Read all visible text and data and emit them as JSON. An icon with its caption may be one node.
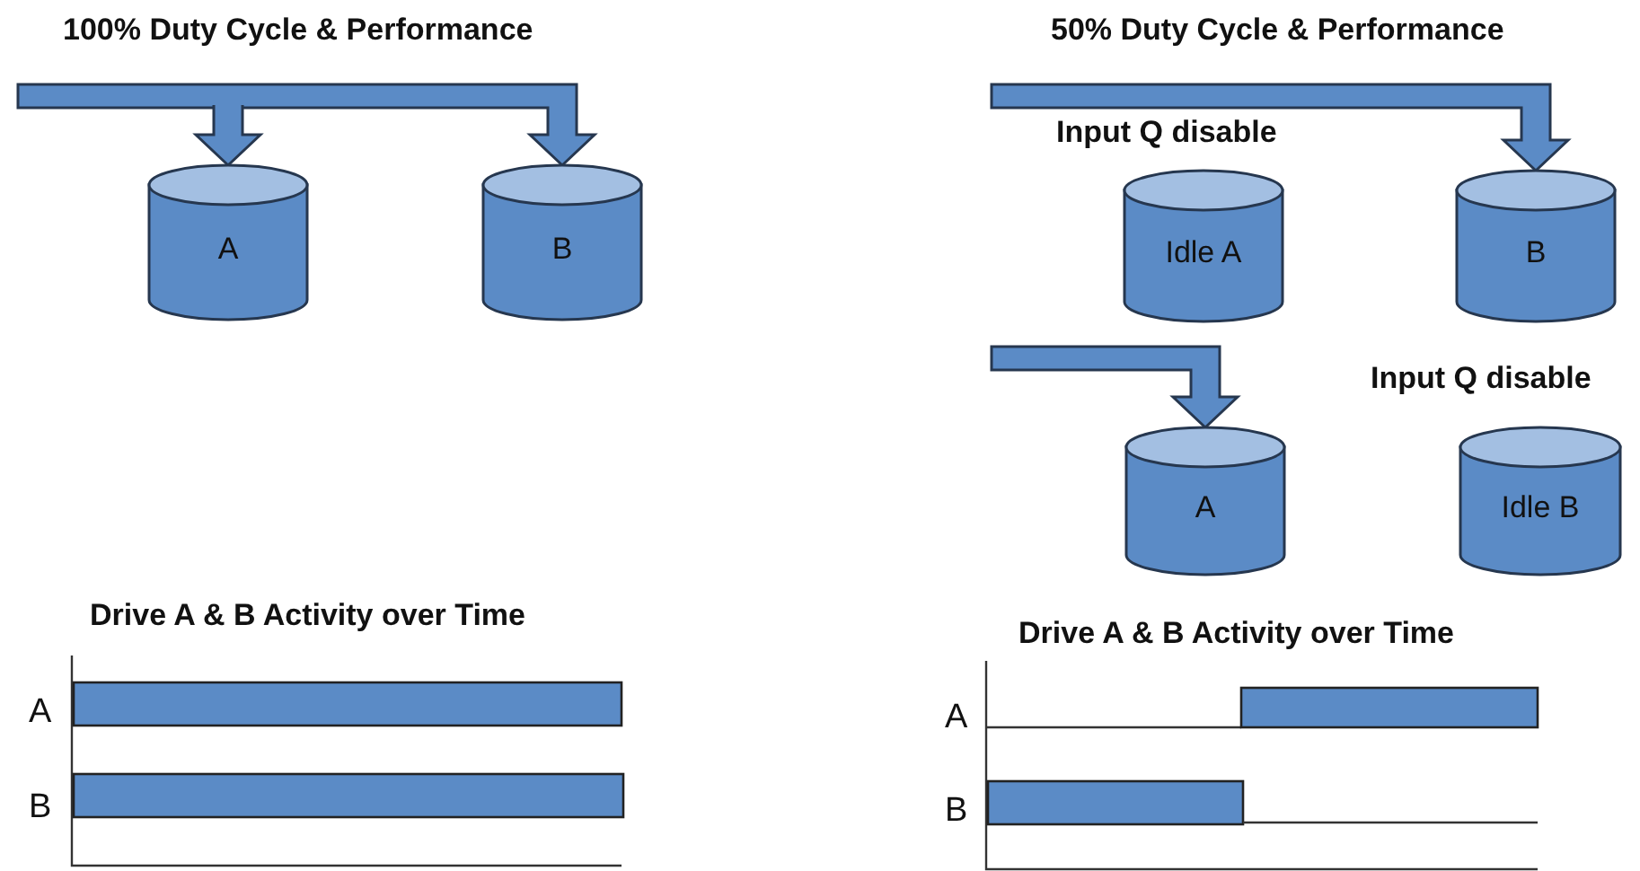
{
  "diagram": {
    "nodes": [
      {
        "text": [
          "A"
        ]
      },
      {
        "text": [
          "B"
        ]
      },
      {
        "text": [
          "Idle A"
        ],
        "beside": [
          "Input Q disable"
        ]
      },
      {
        "text": [
          "B"
        ]
      },
      {
        "text": [
          "A"
        ]
      },
      {
        "text": [
          "Idle B"
        ],
        "beside": [
          "Input Q disable"
        ]
      }
    ],
    "edges": [
      {
        "from": null,
        "to": 0,
        "arrow": "to",
        "style": "thick"
      },
      {
        "from": null,
        "to": 1,
        "arrow": "to",
        "style": "thick"
      },
      {
        "from": null,
        "to": 3,
        "arrow": "to",
        "style": "thick"
      },
      {
        "from": null,
        "to": 4,
        "arrow": "to",
        "style": "thick"
      }
    ],
    "labels": [
      "100% Duty Cycle & Performance",
      "50% Duty Cycle & Performance",
      "Drive A & B Activity over Time",
      "A",
      "B",
      "Drive A & B Activity over Time",
      "A",
      "B"
    ]
  }
}
